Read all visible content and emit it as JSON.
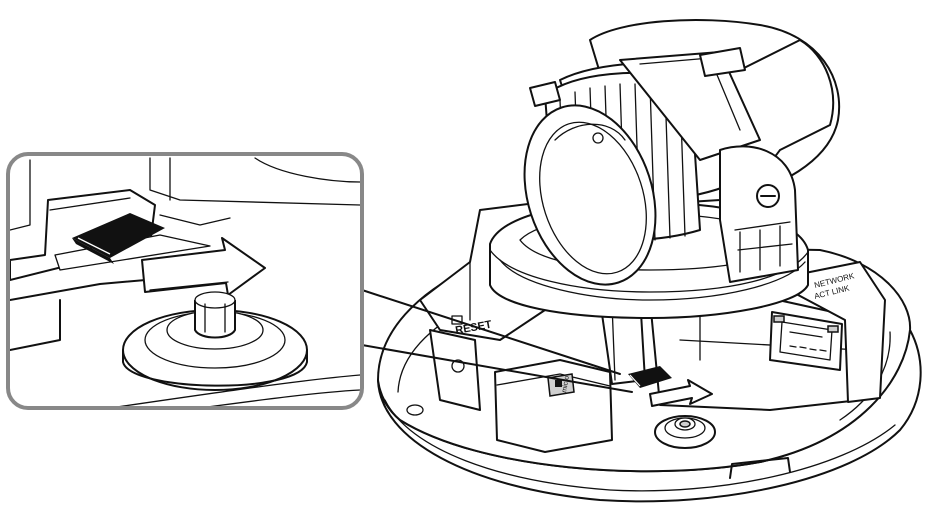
{
  "labels": {
    "reset": "RESET",
    "network": "NETWORK",
    "act_link": "ACT  LINK"
  },
  "icons": {
    "card": "microsd-card-icon",
    "arrow": "eject-direction-arrow-icon"
  }
}
